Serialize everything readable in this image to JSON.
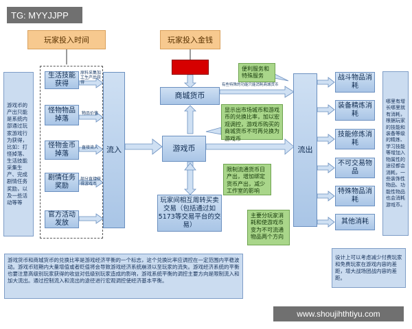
{
  "watermark_tl": "TG: MYYJJPP",
  "watermark_br": "www.shoujihthtiyu.com",
  "headers": {
    "time": "玩家投入时间",
    "money": "玩家投入金钱"
  },
  "left_desc": "游戏币的产出只能是系统内部通过玩家游戏行为获得，比如：打怪掉落、生活技能采集生产、完成剧情任务奖励，以及一些活动等等",
  "sources": [
    {
      "label": "生活技能获得",
      "note": "原料采集加工生产后获得"
    },
    {
      "label": "怪物物品掉落",
      "note": "物品价值"
    },
    {
      "label": "怪物金币掉落",
      "note": "直接流入"
    },
    {
      "label": "剧情任务奖励",
      "note": "部分直接获得游戏币"
    },
    {
      "label": "官方活动发放",
      "note": ""
    }
  ],
  "inflow": "流入",
  "outflow": "流出",
  "mall_currency": "商城货币",
  "game_currency": "游戏币",
  "trade_box": "玩家间相互周转买卖交易（包括通过如5173等交易平台的交易）",
  "mall_note": "有些特殊的功能只能消耗商城货币",
  "green_notes": {
    "service": "便利服务和特殊服务",
    "exchange": "显示出市场城币和游戏币的兑换比率，加以宏观调控，游戏币购买的商城货币不可再兑换为游戏币",
    "limit": "限制流通货币日产出，增加绑定货币产出，减少工作室的影响",
    "main": "主要分玩家消耗和使游戏币变为不可流通物品两个方向"
  },
  "sinks": [
    "战斗物品消耗",
    "装备精炼消耗",
    "技能修炼消耗",
    "不可交易物品",
    "特殊物品消耗",
    "其他消耗"
  ],
  "right_desc": "哪里有增长哪里就有消耗，根据玩家的技能和装备等级的精炼、学习技能等增加入物属性的途径都会消耗，一些装饰性物品、功能性物品也会消耗游戏币。",
  "bottom_desc": "游戏货币和商城货币的兑换比率是游戏经济平衡的一个标志，这个兑换比率应调控在一定范围内平稳波动。游戏币短期内大量增值或者贬值将会导致游戏经济系统崩溃以至玩家的流失。游戏经济系统的平衡也要注意高级别玩家获得的收益对低级别玩家造成的影响，游戏系统平衡的调控主要方向是限制流入和加大流出。通过控制流入和流出的途径进行宏观调控使经济基本平衡。",
  "bottom_right_desc": "设计上可以考虑减少付费玩家和免费玩家在游戏内容的差距，增大战场团战内容的差距。"
}
